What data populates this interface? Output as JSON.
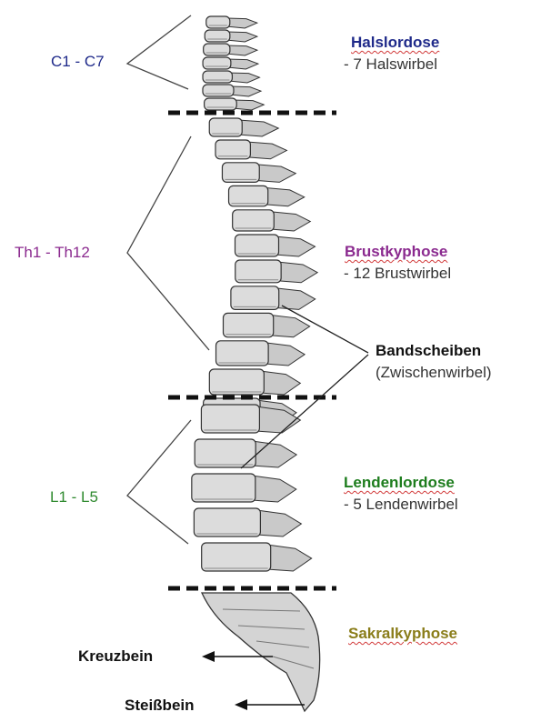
{
  "regions": [
    {
      "range": "C1 - C7",
      "title": "Halslordose",
      "subtitle": "- 7 Halswirbel",
      "color": "#1f2a8a",
      "title_color": "#1f2a8a"
    },
    {
      "range": "Th1 - Th12",
      "title": "Brustkyphose",
      "subtitle": "- 12 Brustwirbel",
      "color": "#8b2a8f",
      "title_color": "#8b2a8f"
    },
    {
      "range": "L1 - L5",
      "title": "Lendenlordose",
      "subtitle": "- 5 Lendenwirbel",
      "color": "#2f8a2f",
      "title_color": "#1e7d1e"
    },
    {
      "title": "Sakralkyphose",
      "title_color": "#8a7d1a"
    }
  ],
  "discs": {
    "title": "Bandscheiben",
    "subtitle": "(Zwischenwirbel)"
  },
  "sacrum": {
    "label": "Kreuzbein"
  },
  "coccyx": {
    "label": "Steißbein"
  },
  "colors": {
    "spine_fill": "#dcdcdc",
    "spine_stroke": "#333333",
    "divider": "#111111",
    "leader": "#444444"
  }
}
